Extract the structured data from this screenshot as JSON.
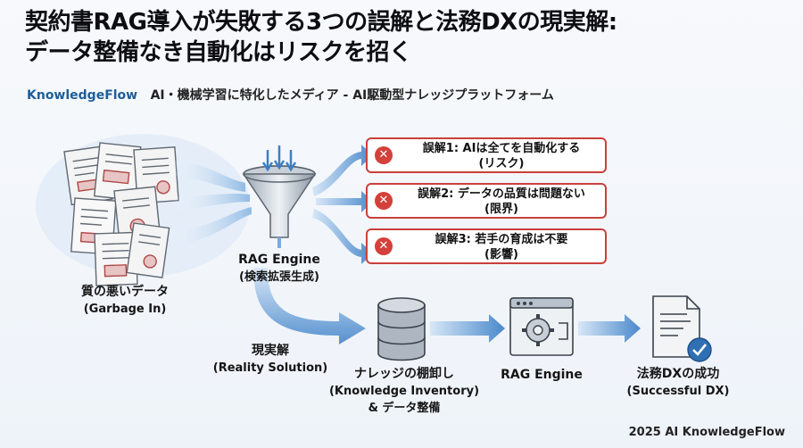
{
  "title": {
    "line1": "契約書RAG導入が失敗する3つの誤解と法務DXの現実解:",
    "line2": "データ整備なき自動化はリスクを招く"
  },
  "brand": "KnowledgeFlow",
  "tagline": "AI・機械学習に特化したメディア - AI駆動型ナレッジプラットフォーム",
  "input": {
    "label": "質の悪いデータ",
    "sub": "(Garbage In)"
  },
  "engine_top": {
    "label": "RAG Engine",
    "sub": "(検索拡張生成)"
  },
  "misconceptions": [
    {
      "text": "誤解1: AIは全てを自動化する",
      "sub": "(リスク)"
    },
    {
      "text": "誤解2: データの品質は問題ない",
      "sub": "(限界)"
    },
    {
      "text": "誤解3: 若手の育成は不要",
      "sub": "(影響)"
    }
  ],
  "solution": {
    "label": "現実解",
    "sub": "(Reality Solution)"
  },
  "inventory": {
    "label": "ナレッジの棚卸し",
    "sub": "(Knowledge Inventory)",
    "sub2": "& データ整備"
  },
  "engine_bottom": {
    "label": "RAG Engine"
  },
  "success": {
    "label": "法務DXの成功",
    "sub": "(Successful DX)"
  },
  "footer": "2025 AI KnowledgeFlow",
  "colors": {
    "accent": "#3f7fc4",
    "danger": "#d4403a",
    "brand": "#1d5e99"
  }
}
